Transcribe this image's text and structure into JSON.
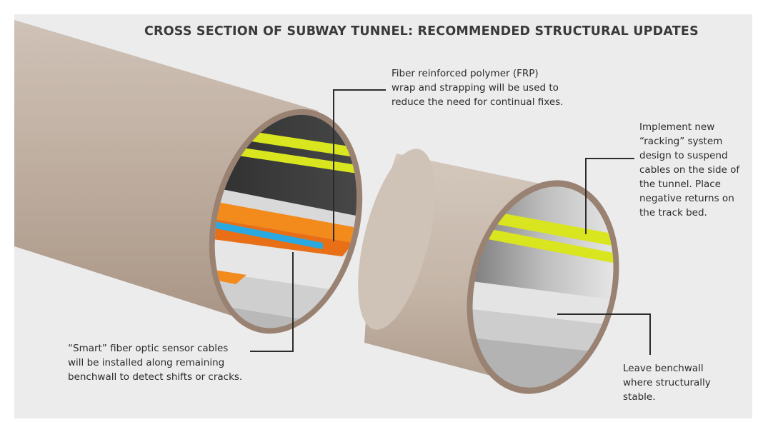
{
  "title": "CROSS SECTION OF SUBWAY TUNNEL: RECOMMENDED STRUCTURAL UPDATES",
  "callouts": {
    "frp": {
      "lines": [
        "Fiber reinforced polymer (FRP)",
        "wrap and strapping will be used to",
        "reduce the need for continual fixes."
      ]
    },
    "racking": {
      "lines": [
        "Implement new",
        "“racking” system",
        "design to suspend",
        "cables on the side of",
        "the tunnel. Place",
        "negative returns on",
        "the track bed."
      ]
    },
    "smart_fiber": {
      "lines": [
        "“Smart” fiber optic sensor cables",
        "will be installed along remaining",
        "benchwall to detect shifts or cracks."
      ]
    },
    "benchwall": {
      "lines": [
        "Leave benchwall",
        "where structurally",
        "stable."
      ]
    }
  },
  "colors": {
    "background": "#ececed",
    "tunnel_shell": "#c8b9ad",
    "tunnel_rim": "#9a8272",
    "interior_dark": "#3c3c3c",
    "cable_yellow": "#d9e51f",
    "frp_orange": "#f28a1c",
    "fiber_blue": "#2aa8e0",
    "benchwall_grey": "#dcdcdc",
    "text": "#2b2b2b"
  }
}
